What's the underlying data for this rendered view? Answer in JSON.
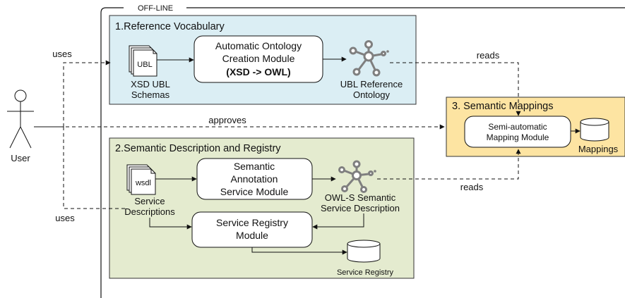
{
  "offline": {
    "label": "OFF-LINE"
  },
  "reference_vocabulary": {
    "title": "1.Reference Vocabulary",
    "xsd_icon_label": "UBL",
    "xsd_caption_line1": "XSD UBL",
    "xsd_caption_line2": "Schemas",
    "module_line1": "Automatic Ontology",
    "module_line2": "Creation Module",
    "module_line3": "(XSD -> OWL)",
    "ontology_line1": "UBL Reference",
    "ontology_line2": "Ontology"
  },
  "semantic_registry": {
    "title": "2.Semantic Description and Registry",
    "wsdl_icon_label": "wsdl",
    "service_desc_line1": "Service",
    "service_desc_line2": "Descriptions",
    "annotation_line1": "Semantic",
    "annotation_line2": "Annotation",
    "annotation_line3": "Service Module",
    "owls_line1": "OWL-S Semantic",
    "owls_line2": "Service Description",
    "registry_line1": "Service Registry",
    "registry_line2": "Module",
    "registry_db_label": "Service Registry"
  },
  "semantic_mappings": {
    "title": "3. Semantic  Mappings",
    "module_line1": "Semi-automatic",
    "module_line2": "Mapping Module",
    "db_label": "Mappings"
  },
  "actor": {
    "label": "User"
  },
  "edges": {
    "uses_top": "uses",
    "uses_bottom": "uses",
    "approves": "approves",
    "reads_top": "reads",
    "reads_bottom": "reads"
  },
  "colors": {
    "reference_bg": "#dbeef4",
    "registry_bg": "#e4ebcf",
    "mappings_bg": "#fde4a2",
    "border": "#333333",
    "icon_gray": "#7f7f7f"
  }
}
